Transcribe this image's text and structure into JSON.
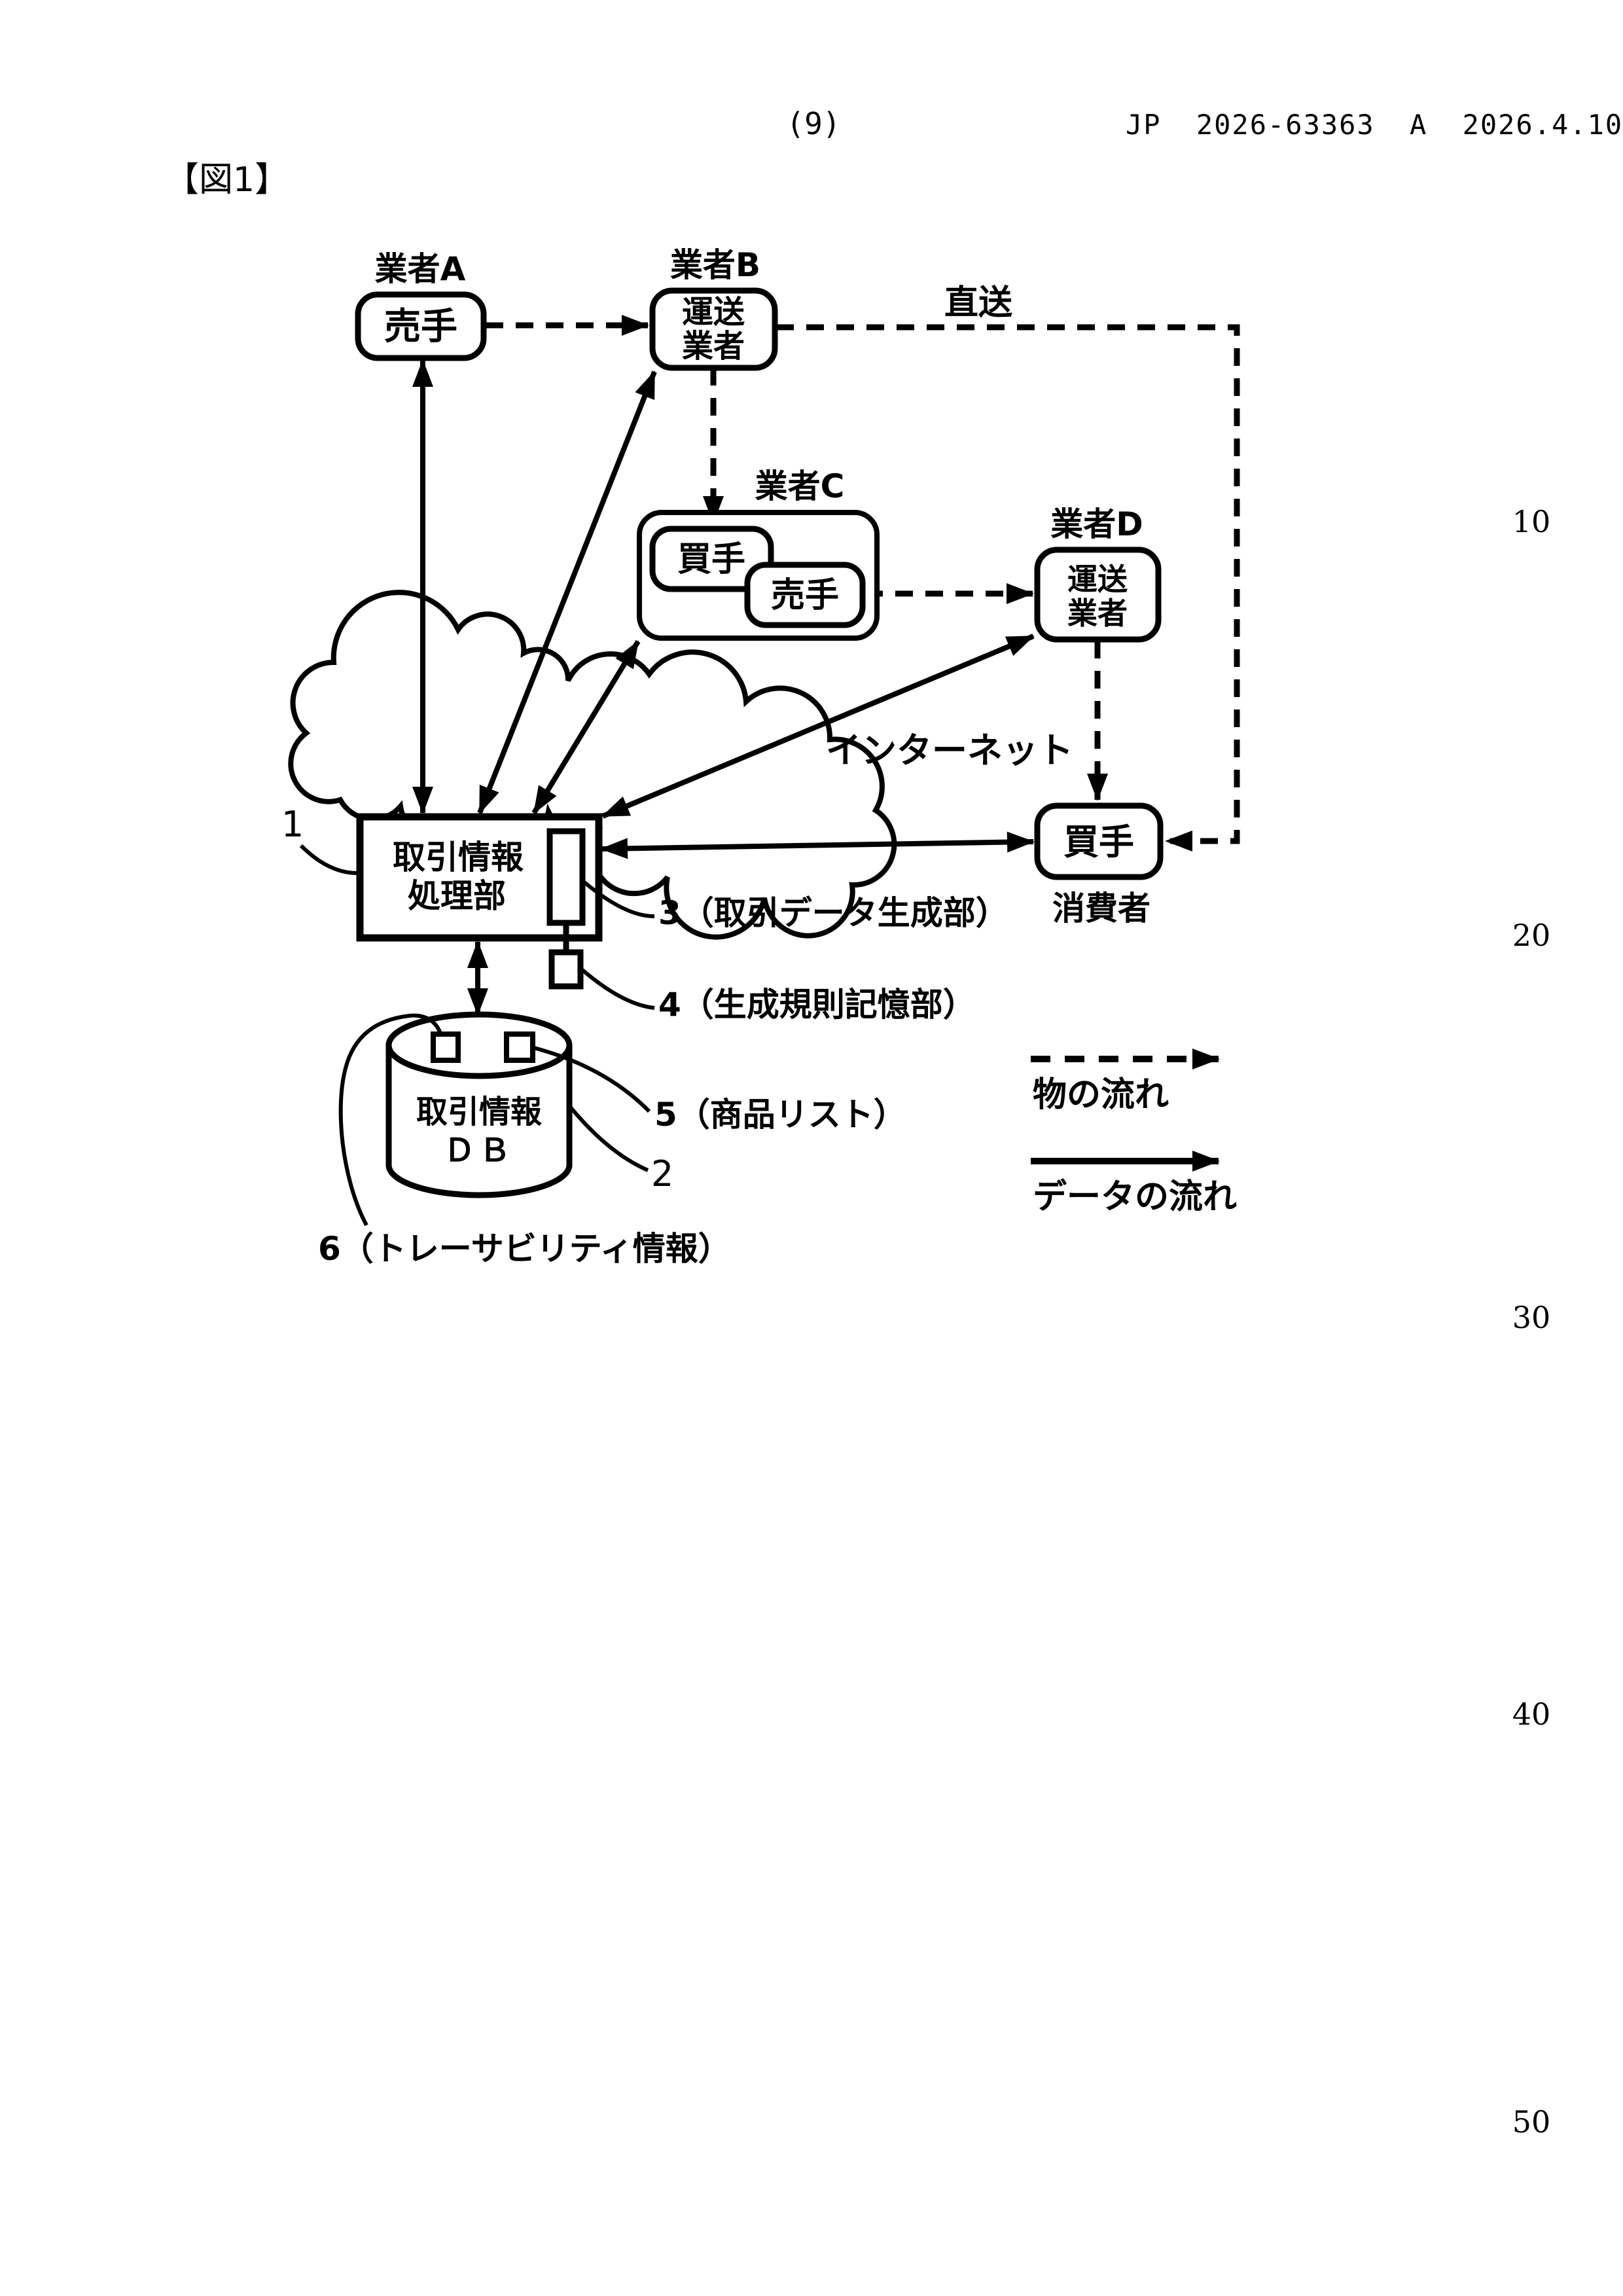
{
  "header": {
    "sheet_number": "(9)",
    "publication_number": "JP 2026-63363 A 2026.4.10"
  },
  "figure_label": "【図1】",
  "margin_line_numbers": [
    "10",
    "20",
    "30",
    "40",
    "50"
  ],
  "diagram": {
    "trader_a": {
      "title": "業者A",
      "role": "売手"
    },
    "trader_b": {
      "title": "業者B",
      "role_line1": "運送",
      "role_line2": "業者"
    },
    "trader_c": {
      "title": "業者C",
      "buyer": "買手",
      "seller": "売手"
    },
    "trader_d": {
      "title": "業者D",
      "role_line1": "運送",
      "role_line2": "業者"
    },
    "consumer": {
      "role": "買手",
      "caption": "消費者"
    },
    "direct_delivery_label": "直送",
    "internet_label": "インターネット",
    "processor": {
      "ref": "1",
      "name_line1": "取引情報",
      "name_line2": "処理部"
    },
    "database": {
      "ref": "2",
      "name_line1": "取引情報",
      "name_line2": "ＤＢ"
    },
    "callouts": {
      "generator": "3（取引データ生成部）",
      "rule_memory": "4（生成規則記憶部）",
      "product_list": "5（商品リスト）",
      "traceability": "6（トレーサビリティ情報）"
    },
    "legend": {
      "goods_flow": "物の流れ",
      "data_flow": "データの流れ"
    }
  }
}
